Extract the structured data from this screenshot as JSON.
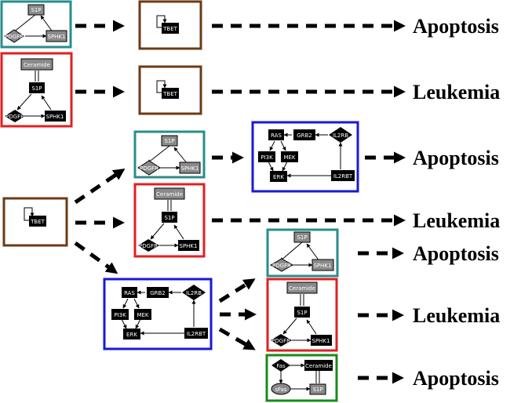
{
  "nodes": {
    "s1p": "S1P",
    "pdgfr": "PDGFR",
    "sphk1": "SPHK1",
    "ceramide": "Ceramide",
    "tbet": "TBET",
    "ras": "RAS",
    "grb2": "GRB2",
    "il2rb": "IL2RB",
    "pi3k": "PI3K",
    "mek": "MEK",
    "erk": "ERK",
    "il2rbt": "IL2RBT",
    "fas": "Fas",
    "sfas": "sFas"
  },
  "outcomes": {
    "apoptosis": "Apoptosis",
    "leukemia": "Leukemia"
  },
  "colors": {
    "teal": "#2a8c8c",
    "red": "#e02020",
    "brown": "#6b3a16",
    "blue": "#1a1ad6",
    "green": "#1a8a1a",
    "node_dark": "#000000",
    "node_gray": "#8a8a8a"
  }
}
